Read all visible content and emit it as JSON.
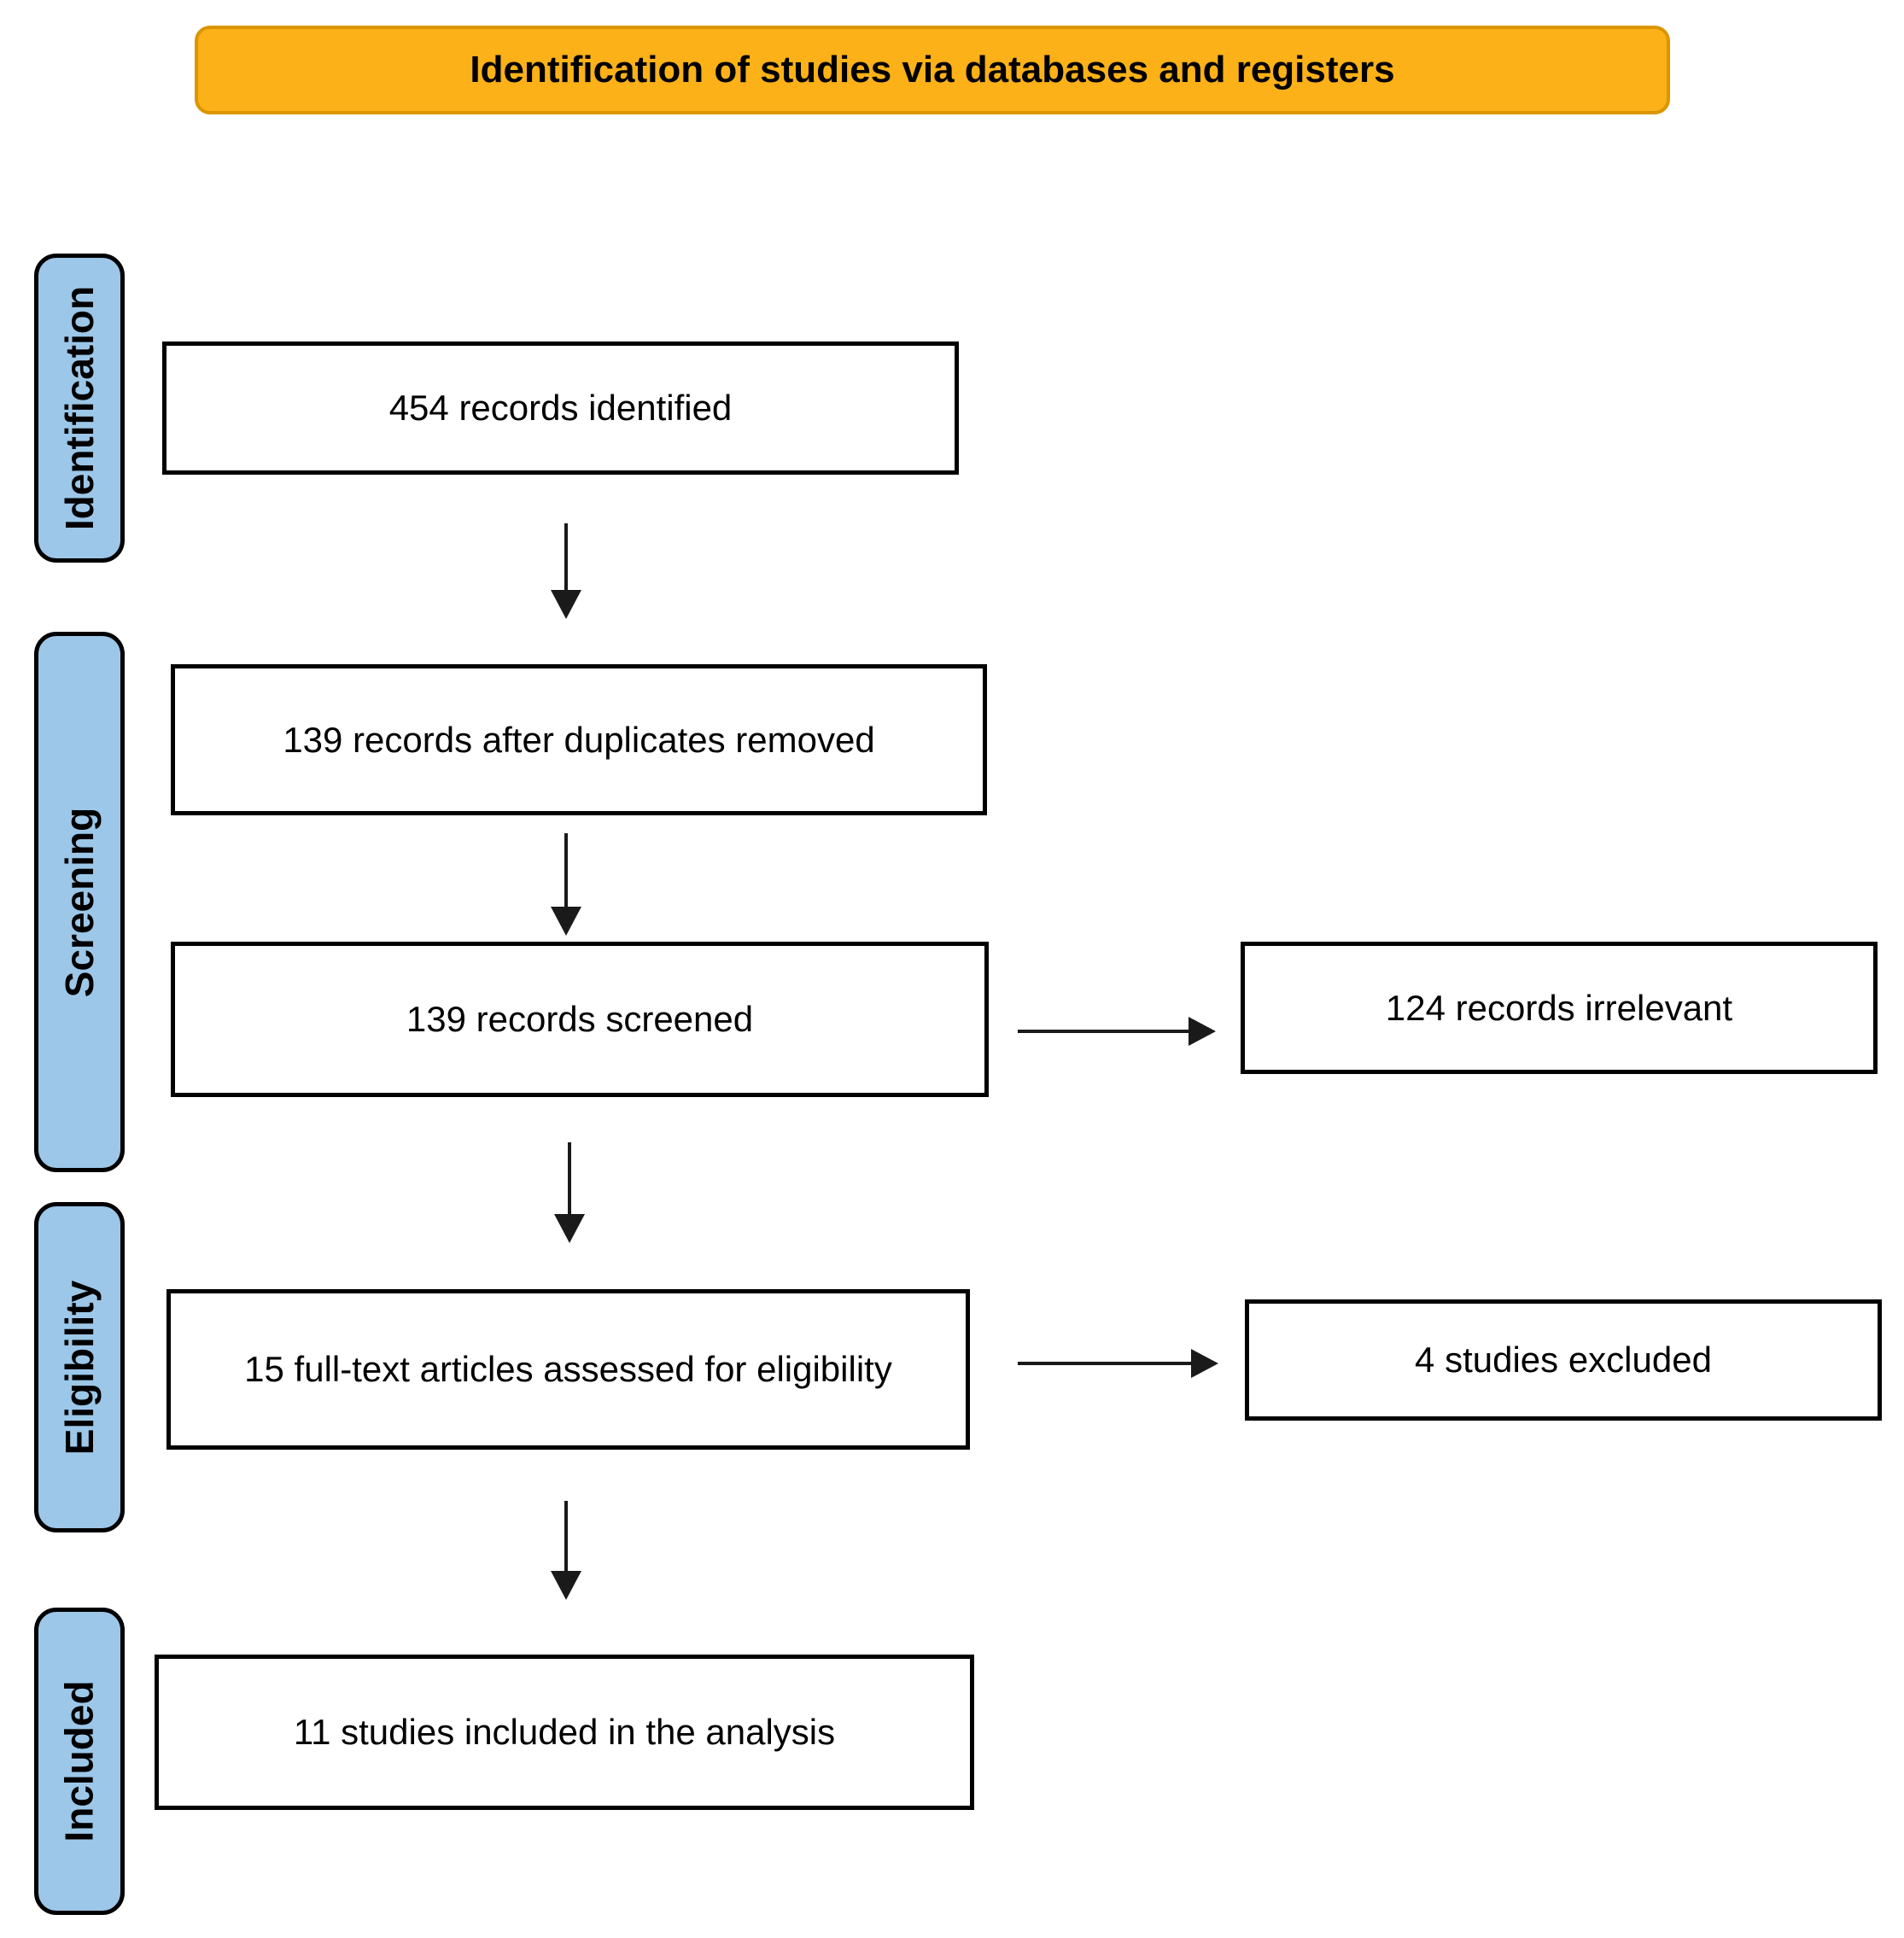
{
  "colors": {
    "header_fill": "#FBB117",
    "header_border": "#DB9500",
    "stage_fill": "#9CC7E8",
    "line_color": "#1a1a1a"
  },
  "header": {
    "title": "Identification of studies via databases and registers"
  },
  "stages": [
    {
      "label": "Identification"
    },
    {
      "label": "Screening"
    },
    {
      "label": "Eligibility"
    },
    {
      "label": "Included"
    }
  ],
  "flow": {
    "identified": "454 records identified",
    "deduplicated": "139 records after duplicates removed",
    "screened": "139 records screened",
    "irrelevant": "124 records irrelevant",
    "fulltext": "15 full-text articles assessed for eligibility",
    "excluded": "4 studies excluded",
    "included": "11 studies included in the analysis"
  }
}
